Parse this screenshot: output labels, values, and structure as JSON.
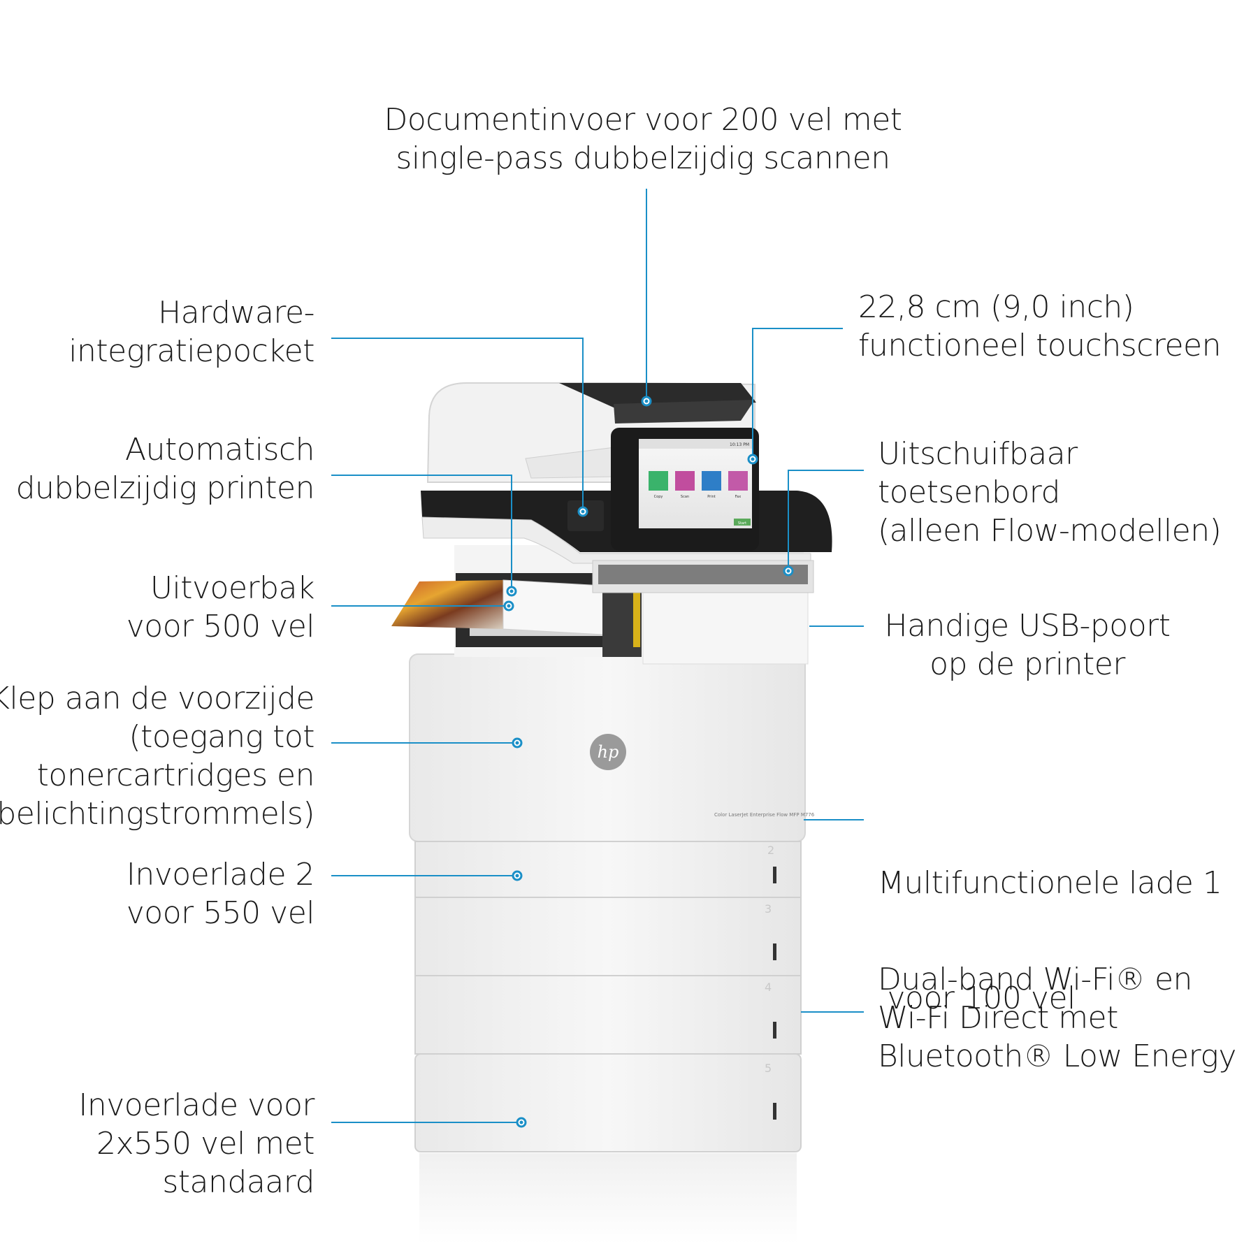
{
  "callouts": {
    "document_feeder": {
      "lines": [
        "Documentinvoer voor 200 vel met",
        "single-pass dubbelzijdig scannen"
      ]
    },
    "touchscreen": {
      "lines": [
        "22,8 cm (9,0 inch)",
        "functioneel touchscreen"
      ]
    },
    "hardware_pocket": {
      "lines": [
        "Hardware-",
        "integratiepocket"
      ]
    },
    "auto_duplex": {
      "lines": [
        "Automatisch",
        "dubbelzijdig printen"
      ]
    },
    "keyboard": {
      "lines": [
        "Uitschuifbaar",
        "toetsenbord",
        "(alleen Flow-modellen)"
      ]
    },
    "output_bin": {
      "lines": [
        "Uitvoerbak",
        "voor 500 vel"
      ]
    },
    "usb_port": {
      "lines": [
        "Handige USB-poort",
        "op de printer"
      ]
    },
    "front_door": {
      "lines": [
        "Klep aan de voorzijde",
        "(toegang tot",
        "tonercartridges en",
        "belichtingstrommels)"
      ]
    },
    "tray1": {
      "lines": [
        "Multifunctionele lade 1",
        " voor 100 vel"
      ]
    },
    "tray2": {
      "lines": [
        "Invoerlade 2",
        "voor 550 vel"
      ]
    },
    "wifi": {
      "lines": [
        "Dual-band Wi-Fi® en",
        "Wi-Fi Direct met",
        "Bluetooth® Low Energy"
      ]
    },
    "stand_tray": {
      "lines": [
        "Invoerlade voor",
        "2x550 vel met",
        "standaard"
      ]
    }
  },
  "printer": {
    "brand": "hp",
    "model_text": "Color LaserJet Enterprise Flow MFP M776",
    "screen": {
      "time": "10:13 PM",
      "tabs": [
        "Copy",
        "Scan",
        "Print",
        "Fax"
      ],
      "start_label": "Start"
    },
    "tray_numbers": [
      "2",
      "3",
      "4",
      "5"
    ]
  },
  "colors": {
    "accent": "#1a8fc7",
    "text": "#1a1a1a",
    "body": "#f2f2f2"
  }
}
